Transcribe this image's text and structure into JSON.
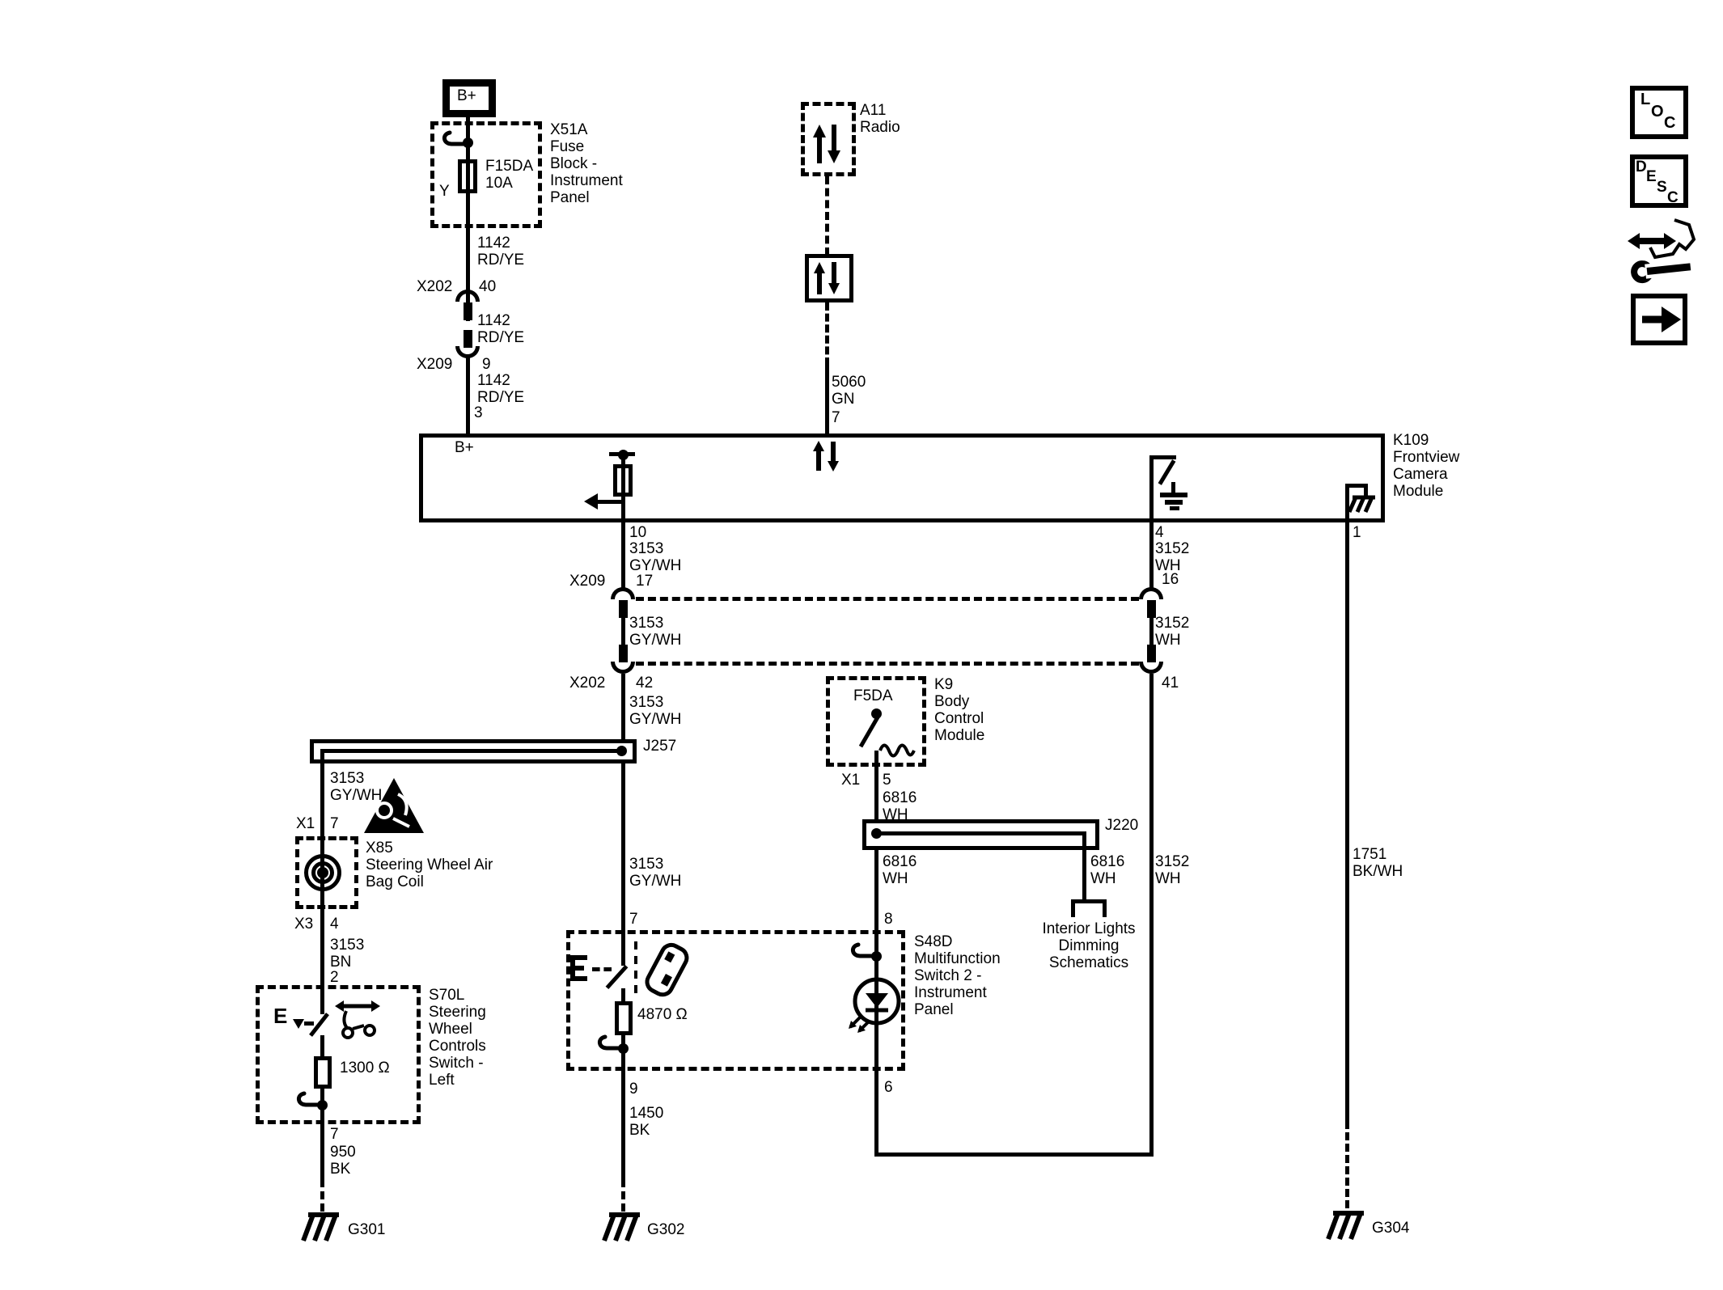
{
  "sidebar": {
    "loc_letters": [
      "L",
      "O",
      "C"
    ],
    "desc_letters": [
      "D",
      "E",
      "S",
      "C"
    ]
  },
  "power_feed": {
    "b_plus": "B+",
    "x51a_label": "X51A\nFuse\nBlock -\nInstrument\nPanel",
    "fuse_label": "F15DA\n10A",
    "terminal_y": "Y",
    "wire_1142_a": "1142\nRD/YE",
    "x202": "X202",
    "x202_pin": "40",
    "wire_1142_b": "1142\nRD/YE",
    "x209": "X209",
    "x209_pin": "9",
    "wire_1142_c": "1142\nRD/YE",
    "pin3": "3"
  },
  "radio_branch": {
    "a11_label": "A11\nRadio",
    "wire_5060": "5060\nGN",
    "pin7": "7"
  },
  "k109": {
    "label": "K109\nFrontview\nCamera\nModule",
    "b_plus_internal": "B+",
    "pin10": "10",
    "pin4": "4",
    "pin1": "1"
  },
  "lin_3153": {
    "wire_a": "3153\nGY/WH",
    "x209": "X209",
    "pin17": "17",
    "wire_b": "3153\nGY/WH",
    "x202": "X202",
    "pin42": "42",
    "wire_c": "3153\nGY/WH",
    "j257": "J257",
    "wire_left": "3153\nGY/WH",
    "wire_mid": "3153\nGY/WH"
  },
  "lin_3152": {
    "wire_a": "3152\nWH",
    "pin16": "16",
    "wire_b": "3152\nWH",
    "pin41": "41",
    "wire_c": "3152\nWH"
  },
  "airbag_coil": {
    "x1": "X1",
    "pin7": "7",
    "label": "X85\nSteering Wheel Air\nBag Coil",
    "x3": "X3",
    "pin4": "4"
  },
  "s70l": {
    "wire_3153bn": "3153\nBN",
    "pin2": "2",
    "label": "S70L\nSteering\nWheel\nControls\nSwitch -\nLeft",
    "voice_e": "E",
    "resistor": "1300 Ω",
    "pin7": "7",
    "wire_950": "950\nBK",
    "ground": "G301"
  },
  "s48d": {
    "pin7": "7",
    "resistor": "4870 Ω",
    "pin9": "9",
    "wire_1450": "1450\nBK",
    "ground": "G302",
    "label": "S48D\nMultifunction\nSwitch 2 -\nInstrument\nPanel",
    "pin8": "8",
    "pin6": "6"
  },
  "k9": {
    "label": "K9\nBody\nControl\nModule",
    "fuse": "F5DA",
    "x1": "X1",
    "pin5": "5",
    "wire_6816_a": "6816\nWH",
    "j220": "J220",
    "wire_6816_b": "6816\nWH",
    "wire_6816_c": "6816\nWH",
    "interior_lights": "Interior Lights\nDimming\nSchematics"
  },
  "ground_branch": {
    "wire_1751": "1751\nBK/WH",
    "ground": "G304"
  }
}
